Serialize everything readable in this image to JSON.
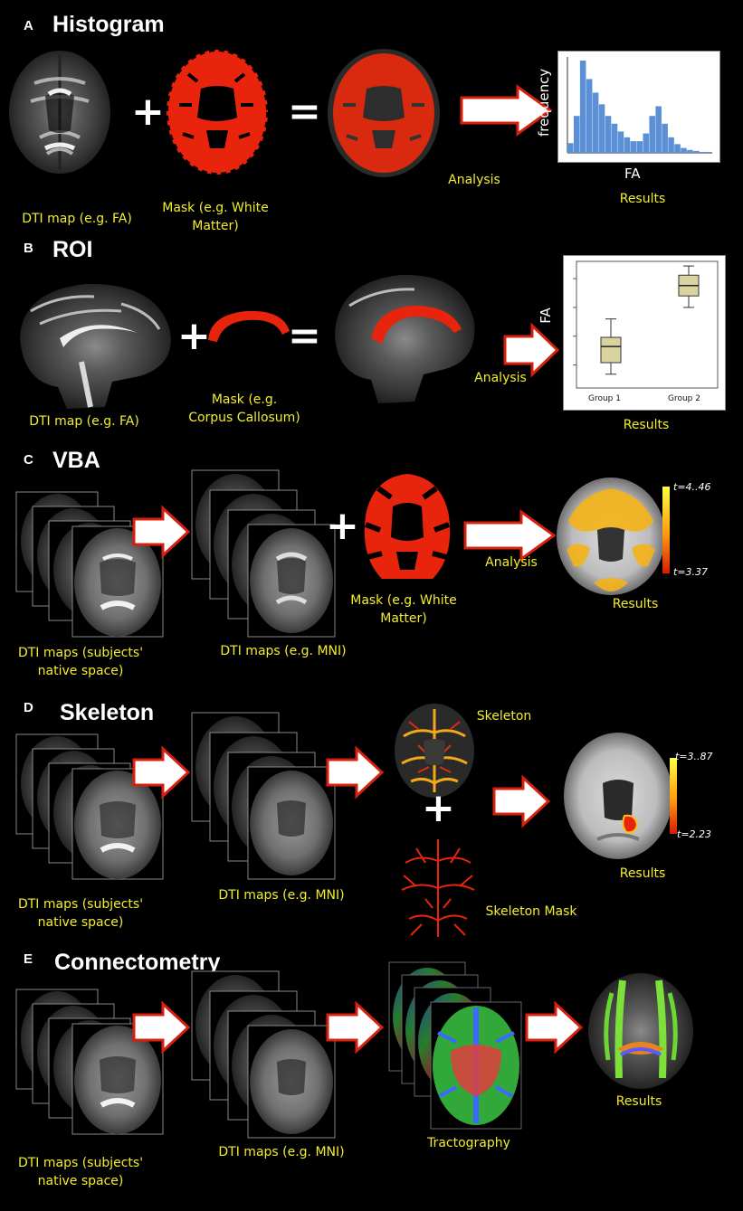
{
  "panels": {
    "a": {
      "letter": "A",
      "title": "Histogram",
      "dti_label": "DTI map (e.g. FA)",
      "mask_label_1": "Mask (e.g. White",
      "mask_label_2": "Matter)",
      "analysis": "Analysis",
      "results": "Results",
      "ylabel": "frequency",
      "xlabel": "FA"
    },
    "b": {
      "letter": "B",
      "title": "ROI",
      "dti_label": "DTI map (e.g. FA)",
      "mask_label_1": "Mask (e.g.",
      "mask_label_2": "Corpus Callosum)",
      "analysis": "Analysis",
      "results": "Results",
      "ylabel": "FA",
      "group1": "Group 1",
      "group2": "Group 2"
    },
    "c": {
      "letter": "C",
      "title": "VBA",
      "native_1": "DTI maps (subjects'",
      "native_2": "native space)",
      "mni": "DTI maps (e.g. MNI)",
      "mask_label_1": "Mask (e.g. White",
      "mask_label_2": "Matter)",
      "analysis": "Analysis",
      "results": "Results",
      "t_max": "t=4..46",
      "t_min": "t=3.37"
    },
    "d": {
      "letter": "D",
      "title": "Skeleton",
      "native_1": "DTI maps (subjects'",
      "native_2": "native space)",
      "mni": "DTI maps (e.g. MNI)",
      "skeleton": "Skeleton",
      "skeleton_mask": "Skeleton Mask",
      "results": "Results",
      "t_max": "t=3..87",
      "t_min": "t=2.23"
    },
    "e": {
      "letter": "E",
      "title": "Connectometry",
      "native_1": "DTI maps (subjects'",
      "native_2": "native space)",
      "mni": "DTI maps (e.g. MNI)",
      "tractography": "Tractography",
      "results": "Results"
    }
  },
  "symbols": {
    "plus": "+",
    "equals": "="
  },
  "colors": {
    "label": "#f2ee2e",
    "mask_red": "#e8250c",
    "arrow_fill": "#ffffff",
    "arrow_outline": "#d62010",
    "histogram_bar": "#5b8fd6",
    "box_fill": "#d8d3a0"
  },
  "chart_data": [
    {
      "type": "bar",
      "title": "",
      "xlabel": "FA",
      "ylabel": "frequency",
      "values": [
        10,
        38,
        95,
        76,
        62,
        50,
        38,
        30,
        22,
        16,
        12,
        12,
        20,
        38,
        48,
        30,
        16,
        9,
        5,
        3,
        2,
        1,
        1
      ]
    },
    {
      "type": "box",
      "title": "",
      "ylabel": "FA",
      "categories": [
        "Group 1",
        "Group 2"
      ],
      "ylim": [
        0,
        100
      ],
      "series": [
        {
          "category": "Group 1",
          "whisker_low": 12,
          "q1": 22,
          "median": 36,
          "q3": 44,
          "whisker_high": 60
        },
        {
          "category": "Group 2",
          "whisker_low": 70,
          "q1": 80,
          "median": 89,
          "q3": 98,
          "whisker_high": 106
        }
      ]
    }
  ]
}
